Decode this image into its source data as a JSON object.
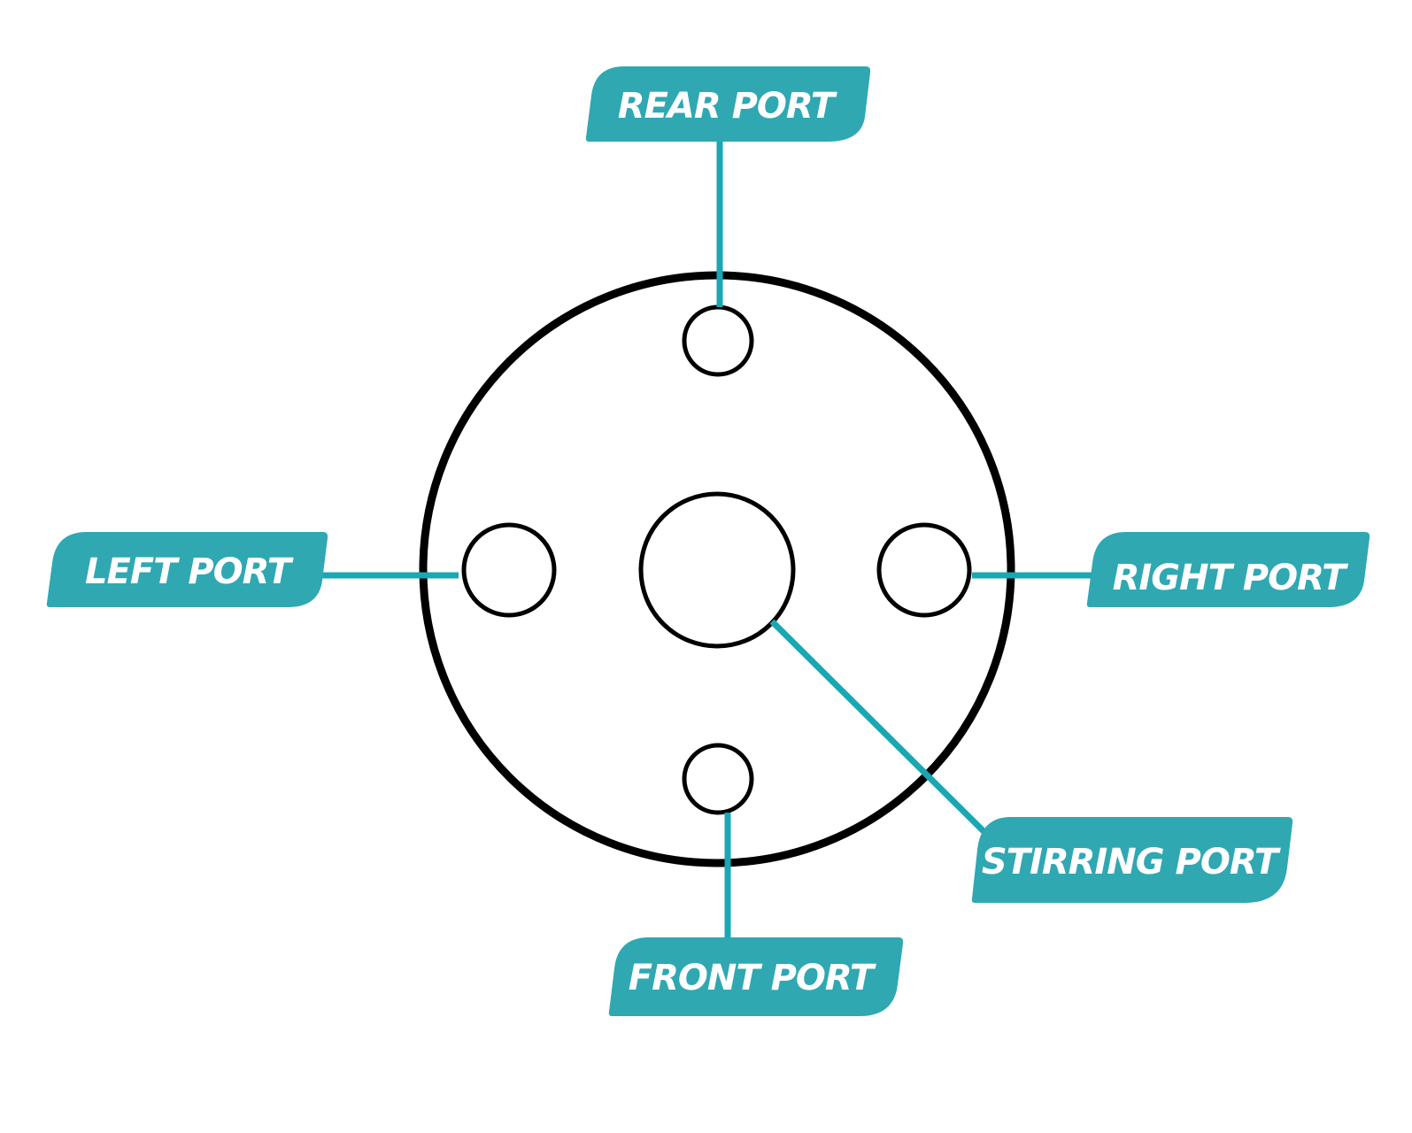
{
  "colors": {
    "tag_fill": "#2fa8b2",
    "leader_line": "#18a7b5",
    "outline": "#000000",
    "label_text": "#ffffff"
  },
  "labels": {
    "rear": "REAR PORT",
    "left": "LEFT PORT",
    "right": "RIGHT PORT",
    "stirring": "STIRRING PORT",
    "front": "FRONT PORT"
  }
}
